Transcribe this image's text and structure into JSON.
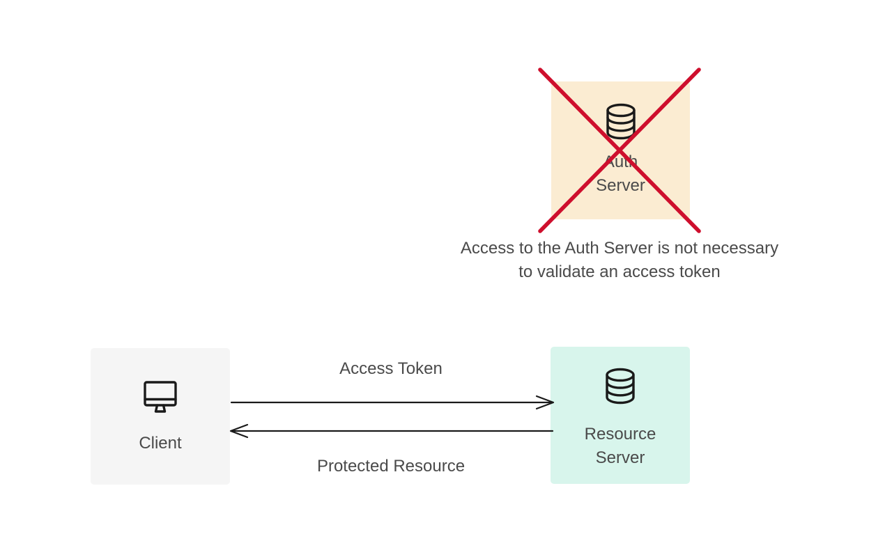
{
  "colors": {
    "auth_box_bg": "#fbecd2",
    "client_box_bg": "#f5f5f5",
    "resource_box_bg": "#d8f5ec",
    "cross_red": "#ce0f2d",
    "text": "#4a4a4a",
    "icon_stroke": "#1a1a1a",
    "arrow": "#1a1a1a"
  },
  "nodes": {
    "auth_server": {
      "label": "Auth Server",
      "icon": "database-icon",
      "crossed_out": true
    },
    "client": {
      "label": "Client",
      "icon": "monitor-icon",
      "crossed_out": false
    },
    "resource_server": {
      "label": "Resource Server",
      "icon": "database-icon",
      "crossed_out": false
    }
  },
  "annotation": {
    "line1": "Access to the Auth Server is not necessary",
    "line2": "to validate an access token"
  },
  "arrows": [
    {
      "label": "Access Token",
      "direction": "right",
      "from": "client",
      "to": "resource_server"
    },
    {
      "label": "Protected Resource",
      "direction": "left",
      "from": "resource_server",
      "to": "client"
    }
  ]
}
